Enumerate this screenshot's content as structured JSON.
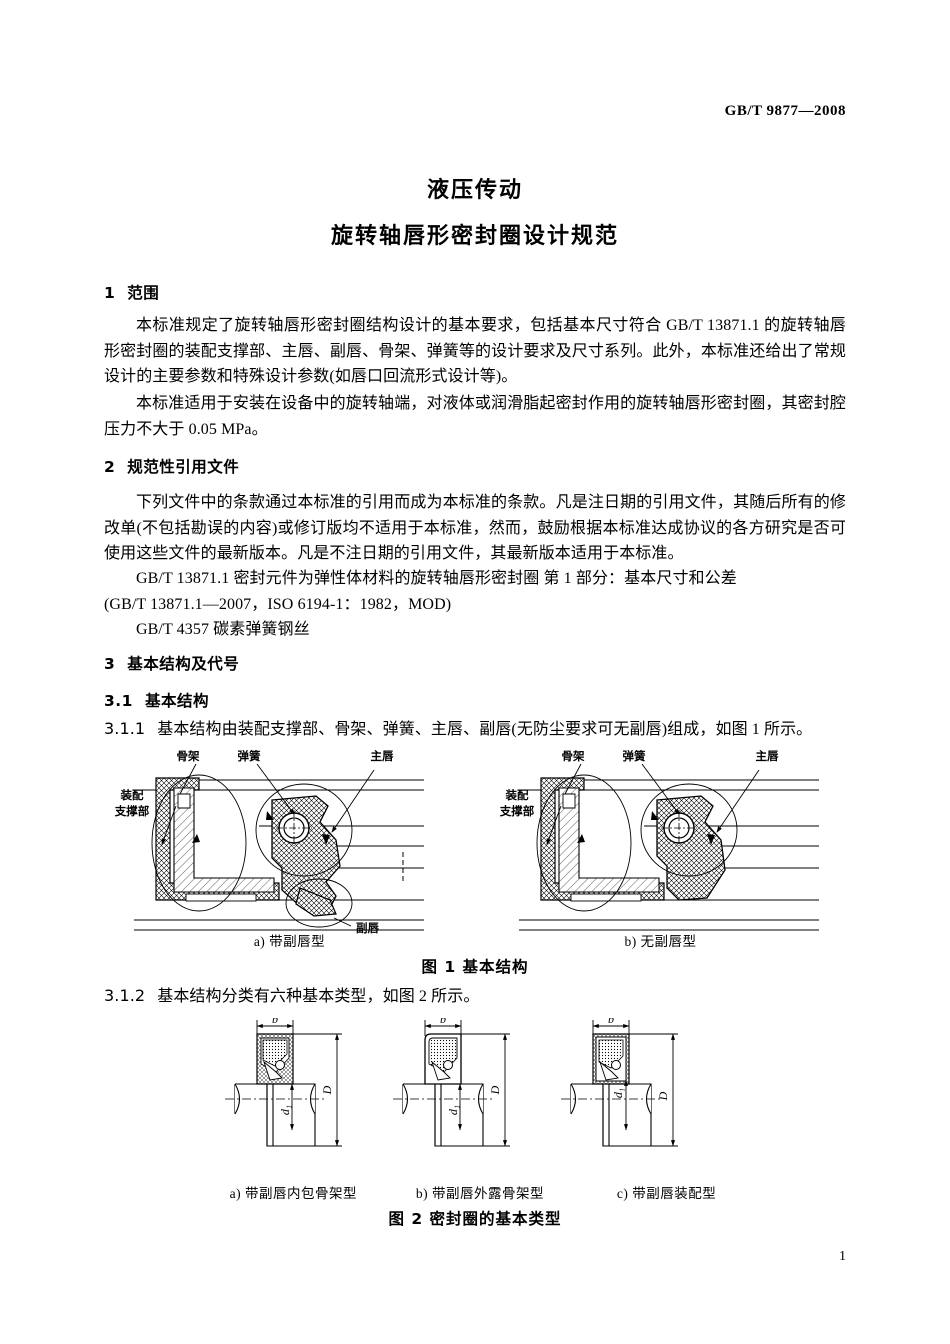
{
  "header": {
    "standard_number": "GB/T 9877—2008"
  },
  "title": {
    "line1": "液压传动",
    "line2": "旋转轴唇形密封圈设计规范"
  },
  "sections": [
    {
      "number": "1",
      "heading": "范围",
      "paragraphs": [
        "本标准规定了旋转轴唇形密封圈结构设计的基本要求，包括基本尺寸符合 GB/T 13871.1 的旋转轴唇形密封圈的装配支撑部、主唇、副唇、骨架、弹簧等的设计要求及尺寸系列。此外，本标准还给出了常规设计的主要参数和特殊设计参数(如唇口回流形式设计等)。",
        "本标准适用于安装在设备中的旋转轴端，对液体或润滑脂起密封作用的旋转轴唇形密封圈，其密封腔压力不大于 0.05 MPa。"
      ]
    },
    {
      "number": "2",
      "heading": "规范性引用文件",
      "paragraphs": [
        "下列文件中的条款通过本标准的引用而成为本标准的条款。凡是注日期的引用文件，其随后所有的修改单(不包括勘误的内容)或修订版均不适用于本标准，然而，鼓励根据本标准达成协议的各方研究是否可使用这些文件的最新版本。凡是不注日期的引用文件，其最新版本适用于本标准。"
      ],
      "references": [
        {
          "line1": "GB/T 13871.1    密封元件为弹性体材料的旋转轴唇形密封圈    第 1 部分：基本尺寸和公差",
          "line2": "(GB/T 13871.1—2007，ISO 6194-1：1982，MOD)"
        },
        {
          "line1": "GB/T 4357    碳素弹簧钢丝",
          "line2": ""
        }
      ]
    },
    {
      "number": "3",
      "heading": "基本结构及代号"
    }
  ],
  "subsections": {
    "s31": {
      "number": "3.1",
      "heading": "基本结构"
    },
    "s311": {
      "number": "3.1.1",
      "text": "基本结构由装配支撑部、骨架、弹簧、主唇、副唇(无防尘要求可无副唇)组成，如图 1 所示。"
    },
    "s312": {
      "number": "3.1.2",
      "text": "基本结构分类有六种基本类型，如图 2 所示。"
    }
  },
  "figure1": {
    "caption": "图 1    基本结构",
    "sub_a": "a) 带副唇型",
    "sub_b": "b) 无副唇型",
    "labels": {
      "frame": "骨架",
      "spring": "弹簧",
      "main_lip": "主唇",
      "support_line1": "装配",
      "support_line2": "支撑部",
      "aux_lip": "副唇"
    }
  },
  "figure2": {
    "caption": "图 2    密封圈的基本类型",
    "sub_a": "a) 带副唇内包骨架型",
    "sub_b": "b) 带副唇外露骨架型",
    "sub_c": "c) 带副唇装配型",
    "dims": {
      "width": "b",
      "outer": "D",
      "inner": "d₁"
    }
  },
  "footer": {
    "page_number": "1"
  },
  "colors": {
    "text": "#000000",
    "background": "#ffffff",
    "line": "#1a1a1a"
  }
}
